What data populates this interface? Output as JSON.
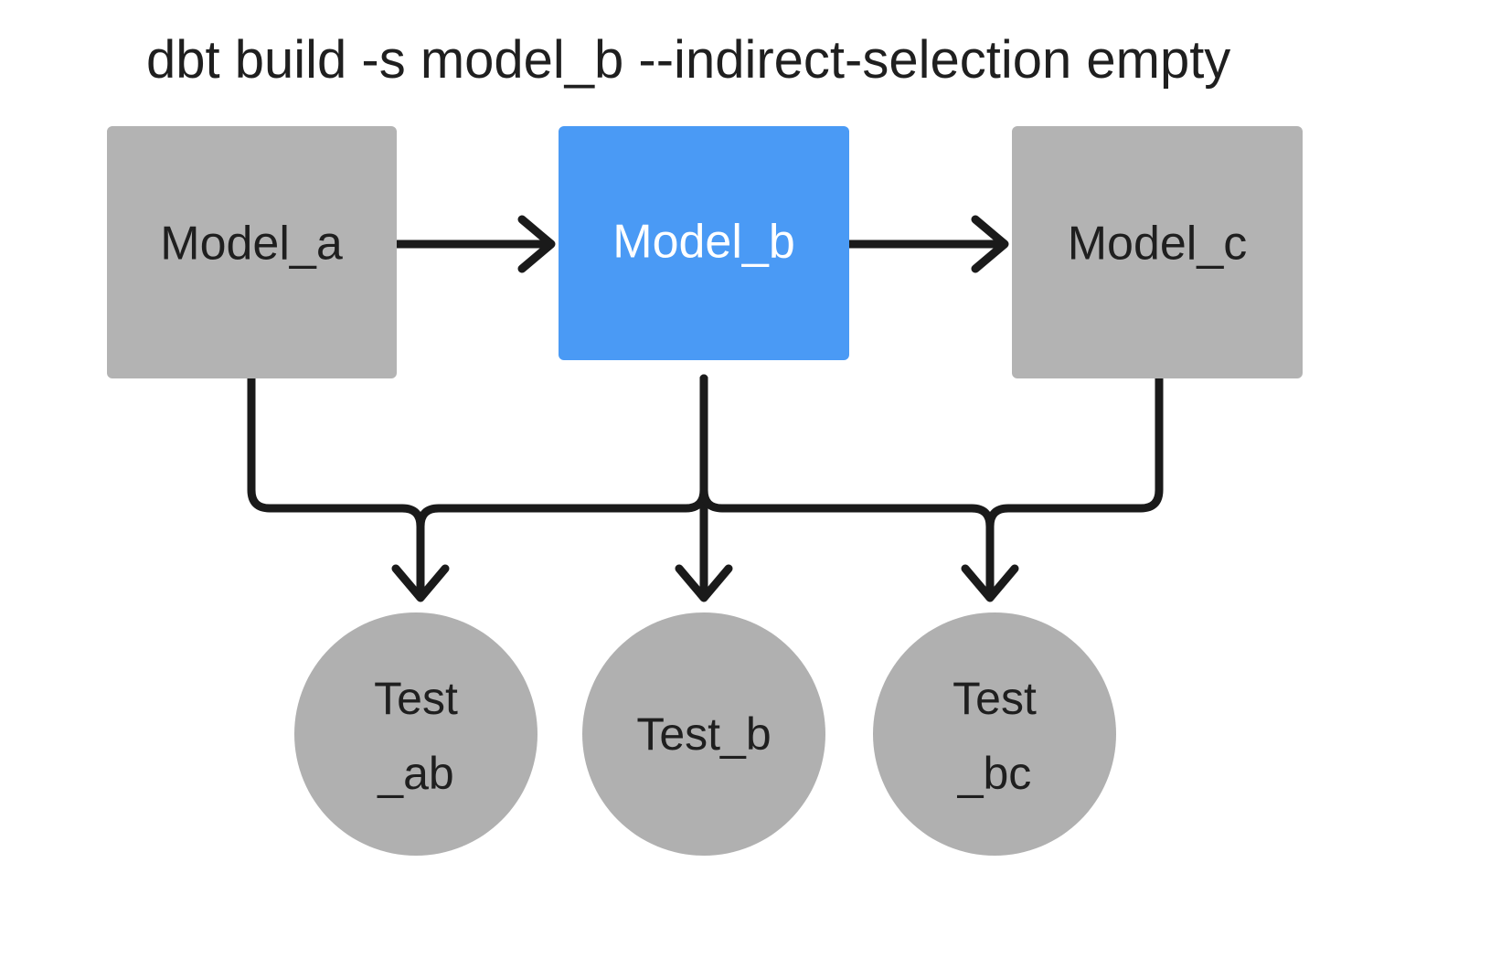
{
  "title": "dbt build -s model_b --indirect-selection empty",
  "colors": {
    "selected": "#4a9af5",
    "unselected": "#b3b3b3",
    "test_node": "#b0b0b0",
    "edge": "#1a1a1a",
    "text_dark": "#1f1f1f",
    "text_light": "#ffffff",
    "background": "#ffffff"
  },
  "models": [
    {
      "id": "model_a",
      "label": "Model_a",
      "state": "unselected"
    },
    {
      "id": "model_b",
      "label": "Model_b",
      "state": "selected"
    },
    {
      "id": "model_c",
      "label": "Model_c",
      "state": "unselected"
    }
  ],
  "tests": [
    {
      "id": "test_ab",
      "line1": "Test",
      "line2": "_ab",
      "state": "unselected"
    },
    {
      "id": "test_b",
      "line1": "Test_b",
      "line2": "",
      "state": "unselected"
    },
    {
      "id": "test_bc",
      "line1": "Test",
      "line2": "_bc",
      "state": "unselected"
    }
  ],
  "edges": [
    {
      "from": "model_a",
      "to": "model_b",
      "kind": "model-to-model"
    },
    {
      "from": "model_b",
      "to": "model_c",
      "kind": "model-to-model"
    },
    {
      "from": "model_a",
      "to": "test_ab",
      "kind": "model-to-test"
    },
    {
      "from": "model_b",
      "to": "test_ab",
      "kind": "model-to-test"
    },
    {
      "from": "model_b",
      "to": "test_b",
      "kind": "model-to-test"
    },
    {
      "from": "model_b",
      "to": "test_bc",
      "kind": "model-to-test"
    },
    {
      "from": "model_c",
      "to": "test_bc",
      "kind": "model-to-test"
    }
  ]
}
